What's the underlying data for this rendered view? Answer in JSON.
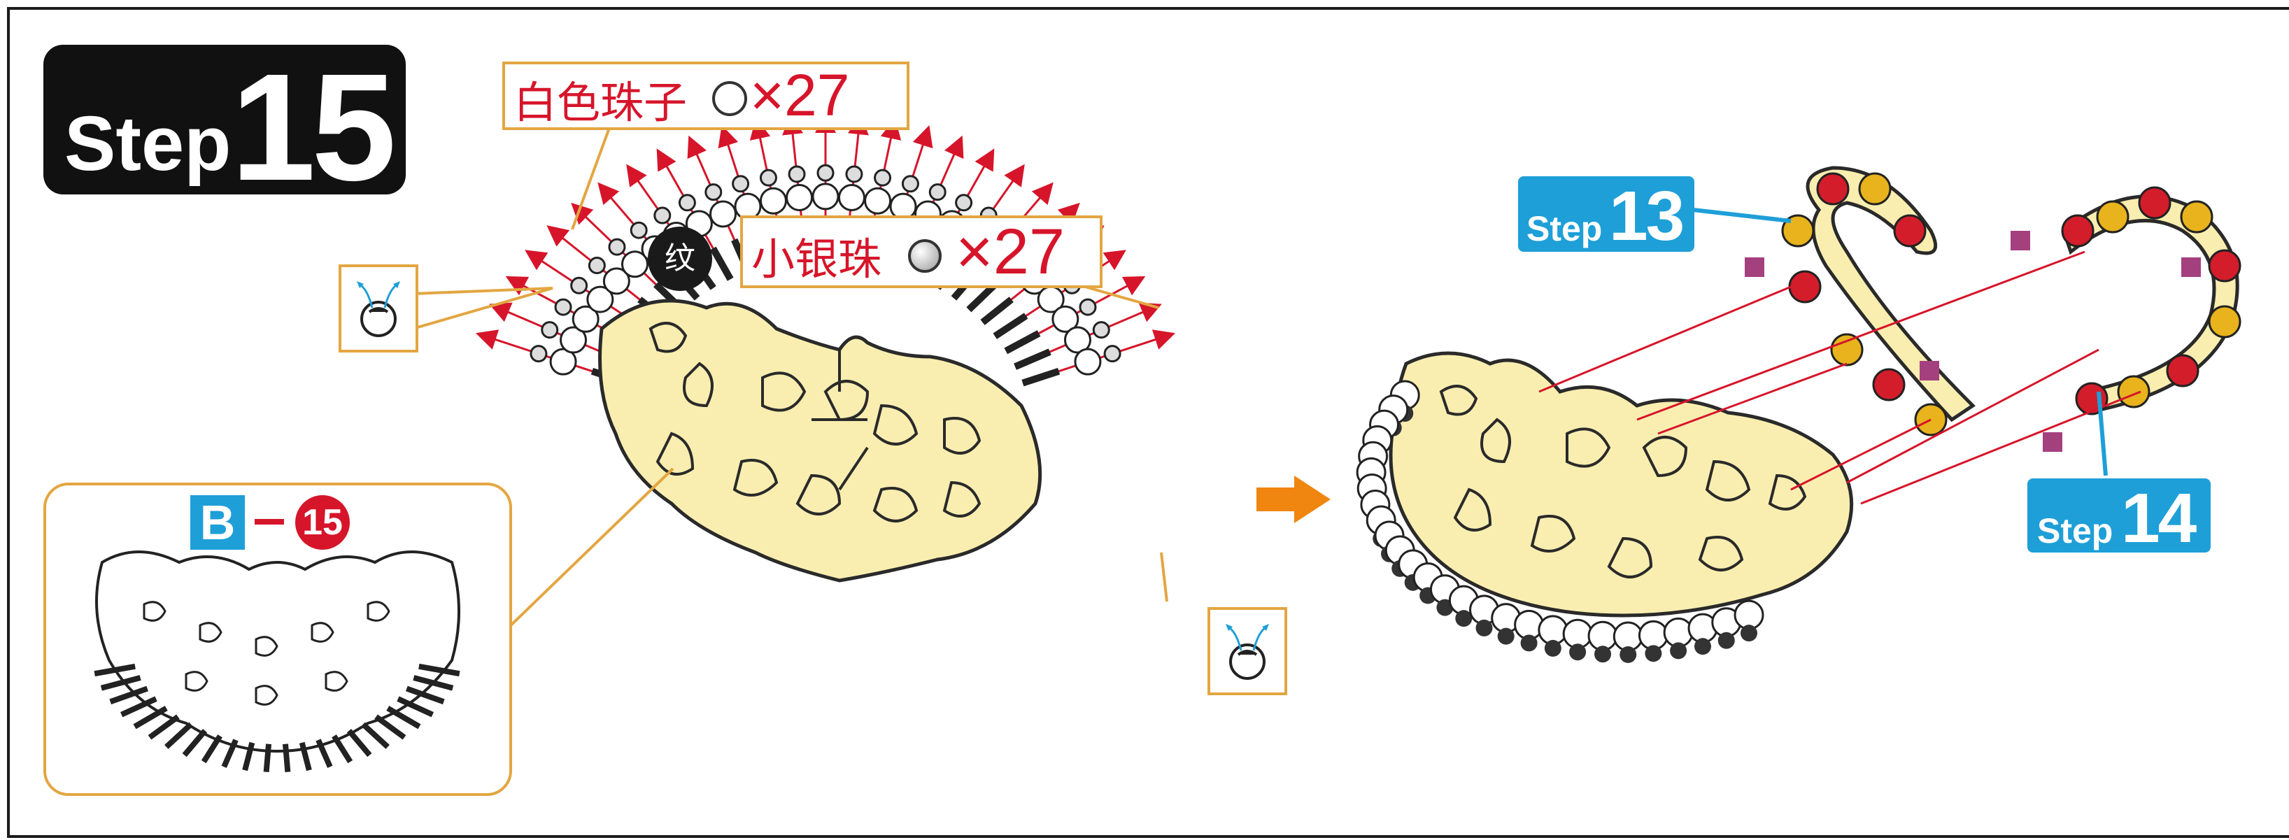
{
  "step": {
    "word": "Step",
    "number": "15"
  },
  "white_beads_label": {
    "text": "白色珠子",
    "times": "×27"
  },
  "silver_beads_label": {
    "text": "小银珠",
    "times": "×27"
  },
  "pattern_marker": "纹",
  "part": {
    "letter": "B",
    "number": "15"
  },
  "ref_step13": {
    "word": "Step",
    "number": "13"
  },
  "ref_step14": {
    "word": "Step",
    "number": "14"
  },
  "colors": {
    "accent_orange": "#f0850f",
    "label_red": "#d6152a",
    "tag_blue": "#1e9fd8",
    "panel_cream": "#f9eeb0",
    "callout_border": "#e3a642",
    "bead_red": "#d41d2a",
    "bead_gold": "#e8b31c",
    "marker_purple": "#a5407f"
  },
  "icons": [
    "bead-knot-icon",
    "arrow-right-icon",
    "white-bead-icon",
    "silver-bead-icon"
  ]
}
